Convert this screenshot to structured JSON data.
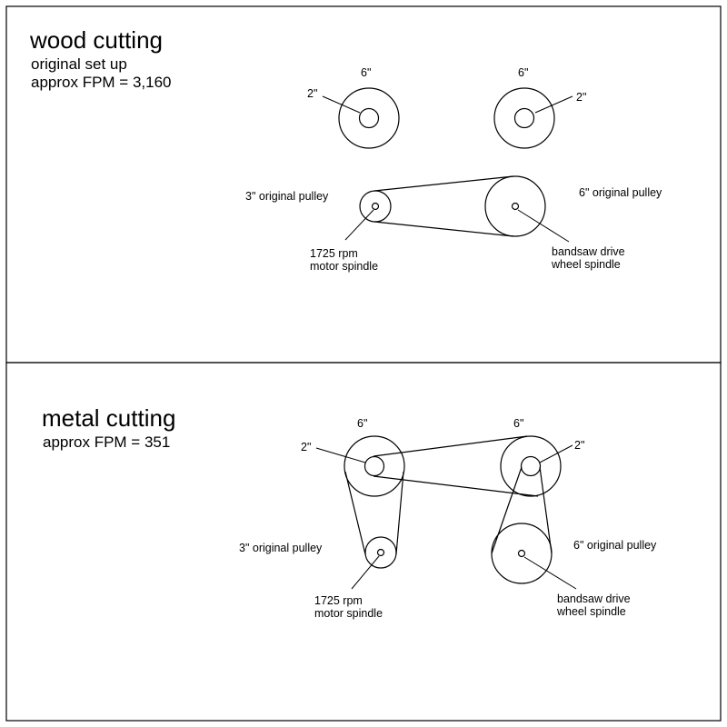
{
  "wood": {
    "title": "wood cutting",
    "subtitle1": "original set up",
    "subtitle2": "approx FPM = 3,160",
    "jackshaft_left": {
      "outer": "6\"",
      "inner": "2\""
    },
    "jackshaft_right": {
      "outer": "6\"",
      "inner": "2\""
    },
    "motor_pulley": "3\" original pulley",
    "drive_pulley": "6\" original pulley",
    "motor_line1": "1725 rpm",
    "motor_line2": "motor spindle",
    "drive_line1": "bandsaw drive",
    "drive_line2": "wheel spindle"
  },
  "metal": {
    "title": "metal cutting",
    "subtitle1": "approx FPM = 351",
    "jackshaft_left": {
      "outer": "6\"",
      "inner": "2\""
    },
    "jackshaft_right": {
      "outer": "6\"",
      "inner": "2\""
    },
    "motor_pulley": "3\" original pulley",
    "drive_pulley": "6\" original pulley",
    "motor_line1": "1725 rpm",
    "motor_line2": "motor spindle",
    "drive_line1": "bandsaw drive",
    "drive_line2": "wheel spindle"
  }
}
